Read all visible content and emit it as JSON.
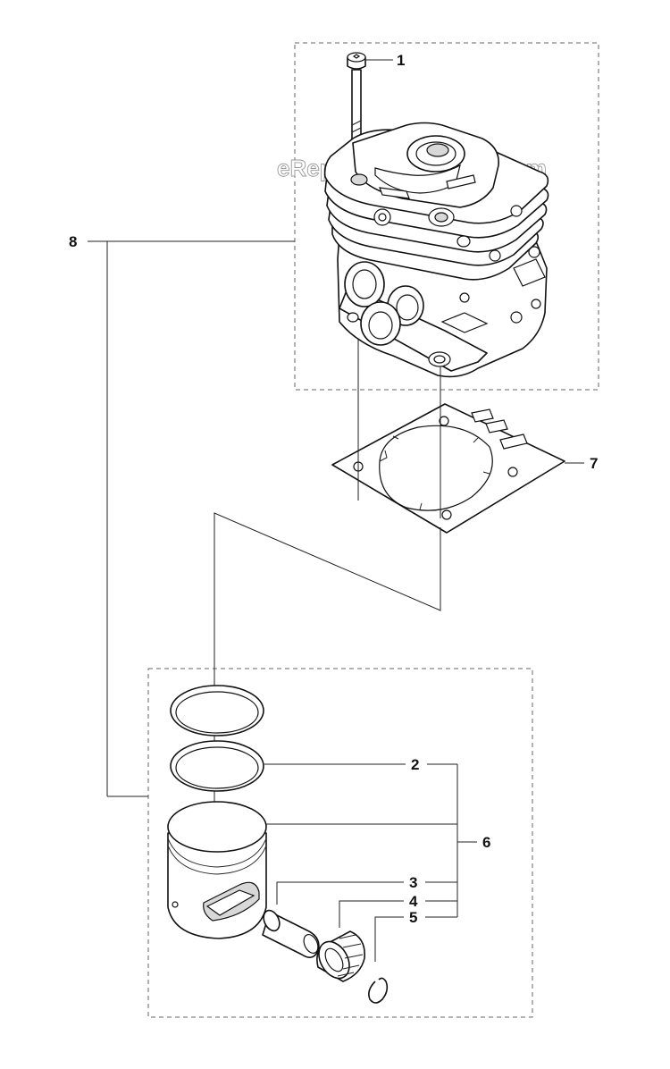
{
  "watermark": "eReplacementParts.com",
  "callouts": [
    {
      "id": "1",
      "label": "1"
    },
    {
      "id": "2",
      "label": "2"
    },
    {
      "id": "3",
      "label": "3"
    },
    {
      "id": "4",
      "label": "4"
    },
    {
      "id": "5",
      "label": "5"
    },
    {
      "id": "6",
      "label": "6"
    },
    {
      "id": "7",
      "label": "7"
    },
    {
      "id": "8",
      "label": "8"
    }
  ],
  "parts": [
    {
      "name": "screw-icon"
    },
    {
      "name": "cylinder-icon"
    },
    {
      "name": "gasket-icon"
    },
    {
      "name": "piston-ring-icon"
    },
    {
      "name": "piston-icon"
    },
    {
      "name": "piston-pin-icon"
    },
    {
      "name": "needle-bearing-icon"
    },
    {
      "name": "retaining-ring-icon"
    }
  ]
}
